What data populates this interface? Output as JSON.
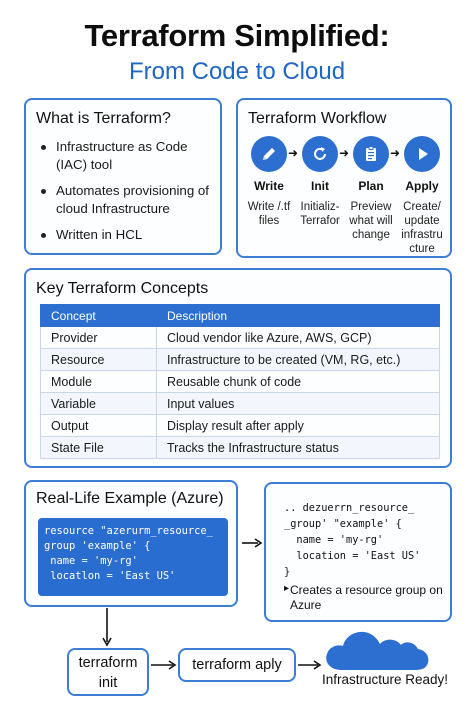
{
  "header": {
    "title": "Terraform Simplified:",
    "subtitle": "From Code to Cloud"
  },
  "what_is": {
    "title": "What is Terraform?",
    "bullets": [
      "Infrastructure as Code (IAC) tool",
      "Automates provisioning of cloud Infrastructure",
      "Written in HCL"
    ]
  },
  "workflow": {
    "title": "Terraform Workflow",
    "steps": [
      {
        "name": "Write",
        "desc": "Write /.tf files",
        "icon": "pencil-icon"
      },
      {
        "name": "Init",
        "desc": "Initializ- Terrafor",
        "icon": "refresh-icon"
      },
      {
        "name": "Plan",
        "desc": "Preview what will change",
        "icon": "clipboard-icon"
      },
      {
        "name": "Apply",
        "desc": "Create/ update infrastru cture",
        "icon": "play-icon"
      }
    ]
  },
  "concepts": {
    "title": "Key Terraform Concepts",
    "headers": [
      "Concept",
      "Description"
    ],
    "rows": [
      [
        "Provider",
        "Cloud vendor like Azure, AWS, GCP)"
      ],
      [
        "Resource",
        "Infrastructure to be created (VM, RG, etc.)"
      ],
      [
        "Module",
        "Reusable chunk of code"
      ],
      [
        "Variable",
        "Input values"
      ],
      [
        "Output",
        "Display result after apply"
      ],
      [
        "State File",
        "Tracks the Infrastructure status"
      ]
    ]
  },
  "example": {
    "title": "Real-Life Example (Azure)",
    "code": "resource \"azerurm_resource_\ngroup 'example' {\n name = 'my-rg'\n locatlon = 'East US'",
    "output_code": ".. dezuerrn_resource_\n_group' \"example' {\n  name = 'my-rg'\n  location = 'East US'\n}",
    "output_note": "Creates a resource group on Azure"
  },
  "commands": {
    "init": "terraform init",
    "apply": "terraform aply",
    "result": "Infrastructure Ready!"
  },
  "colors": {
    "accent": "#2c6fd1",
    "subtitle": "#1f66c4",
    "border": "#3d7dd6"
  }
}
